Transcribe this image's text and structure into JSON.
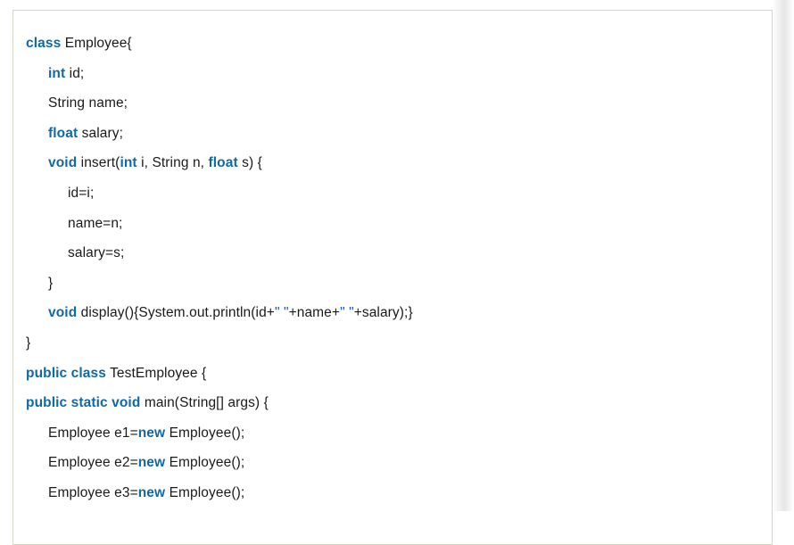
{
  "document": {
    "type": "java-code-block",
    "language": "Java",
    "colors": {
      "keyword": "#1069a6",
      "string": "#1c4fd8",
      "text": "#1a1a1a",
      "border": "#d5d5c7",
      "background": "#ffffff"
    },
    "code_lines": [
      {
        "indent": 0,
        "tokens": [
          {
            "t": "class",
            "k": "keyword"
          },
          {
            "t": " Employee{",
            "k": "plain"
          }
        ]
      },
      {
        "indent": 1,
        "tokens": [
          {
            "t": "int",
            "k": "keyword"
          },
          {
            "t": " id;",
            "k": "plain"
          }
        ]
      },
      {
        "indent": 1,
        "tokens": [
          {
            "t": "String name;",
            "k": "plain"
          }
        ]
      },
      {
        "indent": 1,
        "tokens": [
          {
            "t": "float",
            "k": "keyword"
          },
          {
            "t": " salary;",
            "k": "plain"
          }
        ]
      },
      {
        "indent": 1,
        "tokens": [
          {
            "t": "void",
            "k": "keyword"
          },
          {
            "t": " insert(",
            "k": "plain"
          },
          {
            "t": "int",
            "k": "keyword"
          },
          {
            "t": " i, String n, ",
            "k": "plain"
          },
          {
            "t": "float",
            "k": "keyword"
          },
          {
            "t": " s) {",
            "k": "plain"
          }
        ]
      },
      {
        "indent": 2,
        "tokens": [
          {
            "t": "id=i;",
            "k": "plain"
          }
        ]
      },
      {
        "indent": 2,
        "tokens": [
          {
            "t": "name=n;",
            "k": "plain"
          }
        ]
      },
      {
        "indent": 2,
        "tokens": [
          {
            "t": "salary=s;",
            "k": "plain"
          }
        ]
      },
      {
        "indent": 1,
        "tokens": [
          {
            "t": "}",
            "k": "plain"
          }
        ]
      },
      {
        "indent": 1,
        "tokens": [
          {
            "t": "void",
            "k": "keyword"
          },
          {
            "t": " display(){System.out.println(id+",
            "k": "plain"
          },
          {
            "t": "\" \"",
            "k": "string"
          },
          {
            "t": "+name+",
            "k": "plain"
          },
          {
            "t": "\" \"",
            "k": "string"
          },
          {
            "t": "+salary);}",
            "k": "plain"
          }
        ]
      },
      {
        "indent": 0,
        "tokens": [
          {
            "t": "}",
            "k": "plain"
          }
        ]
      },
      {
        "indent": 0,
        "tokens": [
          {
            "t": "public class",
            "k": "keyword"
          },
          {
            "t": " TestEmployee {",
            "k": "plain"
          }
        ]
      },
      {
        "indent": 0,
        "tokens": [
          {
            "t": "public static void",
            "k": "keyword"
          },
          {
            "t": " main(String[] args) {",
            "k": "plain"
          }
        ]
      },
      {
        "indent": 1,
        "tokens": [
          {
            "t": "Employee e1=",
            "k": "plain"
          },
          {
            "t": "new",
            "k": "keyword"
          },
          {
            "t": " Employee();",
            "k": "plain"
          }
        ]
      },
      {
        "indent": 1,
        "tokens": [
          {
            "t": "Employee e2=",
            "k": "plain"
          },
          {
            "t": "new",
            "k": "keyword"
          },
          {
            "t": " Employee();",
            "k": "plain"
          }
        ]
      },
      {
        "indent": 1,
        "tokens": [
          {
            "t": "Employee e3=",
            "k": "plain"
          },
          {
            "t": "new",
            "k": "keyword"
          },
          {
            "t": " Employee();",
            "k": "plain"
          }
        ]
      }
    ]
  }
}
